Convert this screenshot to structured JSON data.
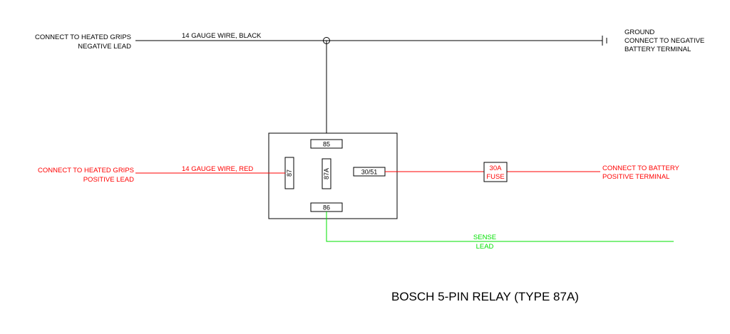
{
  "colors": {
    "ground_wire": "#000000",
    "positive_wire": "#ff0000",
    "sense_wire": "#00e000",
    "relay_outline": "#000000"
  },
  "ground_side": {
    "left_label_line1": "CONNECT TO HEATED GRIPS",
    "left_label_line2": "NEGATIVE LEAD",
    "wire_label": "14 GAUGE WIRE, BLACK",
    "right_label_line1": "GROUND",
    "right_label_line2": "CONNECT TO NEGATIVE",
    "right_label_line3": "BATTERY TERMINAL"
  },
  "positive_side": {
    "left_label_line1": "CONNECT TO HEATED GRIPS",
    "left_label_line2": "POSITIVE LEAD",
    "wire_label": "14 GAUGE WIRE, RED",
    "fuse_line1": "30A",
    "fuse_line2": "FUSE",
    "right_label_line1": "CONNECT TO BATTERY",
    "right_label_line2": "POSITIVE TERMINAL"
  },
  "sense": {
    "label_line1": "SENSE",
    "label_line2": "LEAD"
  },
  "relay": {
    "pin_85": "85",
    "pin_86": "86",
    "pin_87": "87",
    "pin_87a": "87A",
    "pin_30_51": "30/51"
  },
  "title": "BOSCH 5-PIN RELAY (TYPE 87A)"
}
